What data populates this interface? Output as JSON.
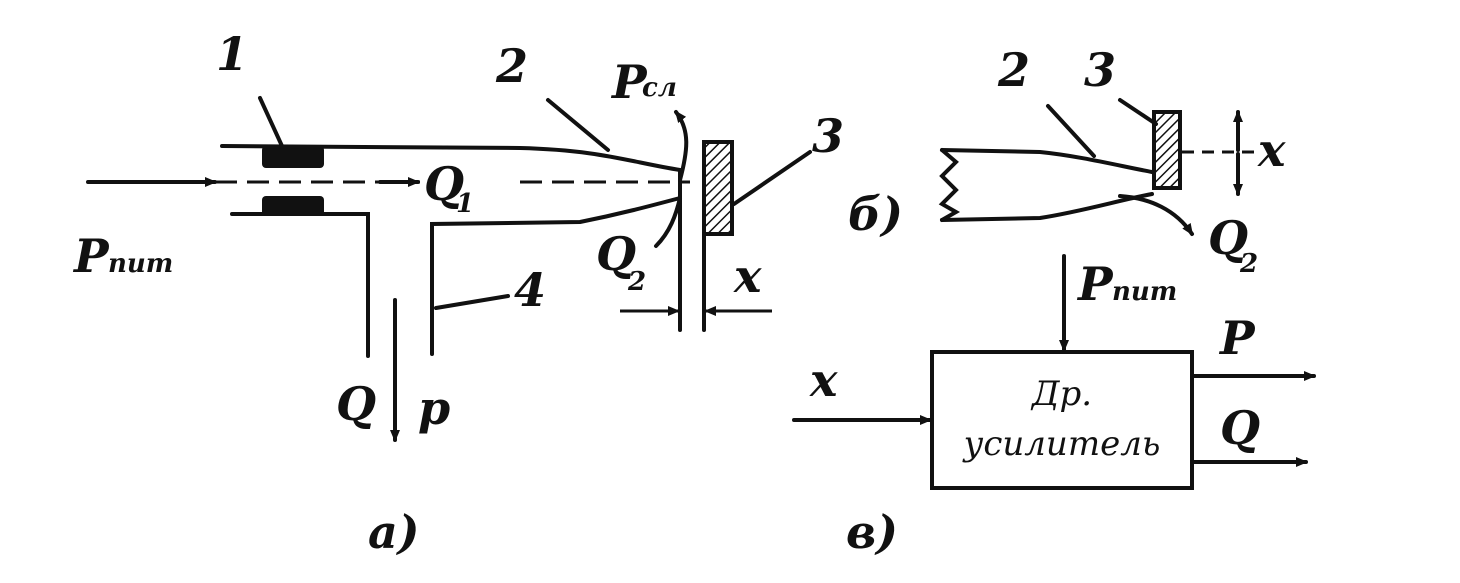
{
  "figure_a": {
    "p_supply": "P",
    "p_supply_sub": "пит",
    "label_1": "1",
    "label_2": "2",
    "label_3": "3",
    "label_4": "4",
    "p_leak": "P",
    "p_leak_sub": "сл",
    "q1": "Q",
    "q1_sub": "1",
    "q2": "Q",
    "q2_sub": "2",
    "x": "x",
    "q": "Q",
    "p": "p",
    "caption": "a)"
  },
  "figure_b": {
    "label_2": "2",
    "label_3": "3",
    "x": "x",
    "q2": "Q",
    "q2_sub": "2",
    "caption": "б)"
  },
  "figure_c": {
    "p_supply": "P",
    "p_supply_sub": "пит",
    "x": "x",
    "p": "P",
    "q": "Q",
    "box_line1": "Др.",
    "box_line2": "усилитель",
    "caption": "в)"
  }
}
